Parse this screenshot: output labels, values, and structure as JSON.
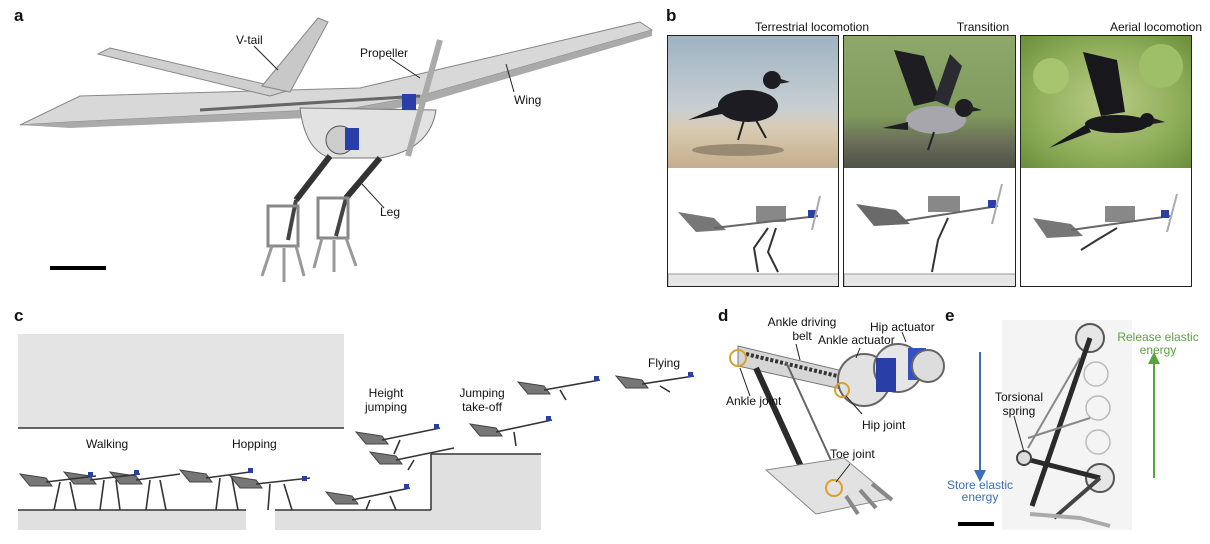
{
  "panels": {
    "a": {
      "label": "a",
      "annotations": {
        "vtail": "V-tail",
        "propeller": "Propeller",
        "wing": "Wing",
        "leg": "Leg"
      }
    },
    "b": {
      "label": "b",
      "columns": [
        "Terrestrial locomotion",
        "Transition",
        "Aerial locomotion"
      ]
    },
    "c": {
      "label": "c",
      "stages": {
        "walking": "Walking",
        "hopping": "Hopping",
        "height_jumping_1": "Height",
        "height_jumping_2": "jumping",
        "takeoff_1": "Jumping",
        "takeoff_2": "take-off",
        "flying": "Flying"
      }
    },
    "d": {
      "label": "d",
      "annotations": {
        "ankle_belt_1": "Ankle driving",
        "ankle_belt_2": "belt",
        "hip_actuator": "Hip actuator",
        "ankle_actuator": "Ankle actuator",
        "ankle_joint": "Ankle joint",
        "hip_joint": "Hip joint",
        "toe_joint": "Toe joint"
      }
    },
    "e": {
      "label": "e",
      "annotations": {
        "release_1": "Release elastic",
        "release_2": "energy",
        "spring_1": "Torsional",
        "spring_2": "spring",
        "store_1": "Store elastic",
        "store_2": "energy"
      },
      "colors": {
        "release": "#5aa33c",
        "store": "#3a6fb8"
      }
    }
  }
}
